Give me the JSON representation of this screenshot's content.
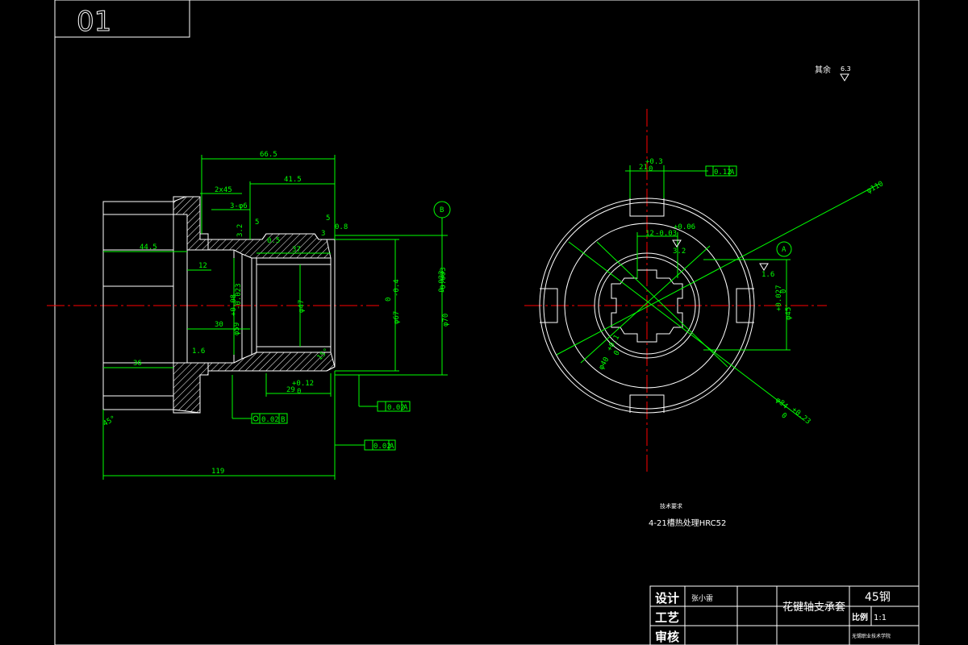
{
  "sheet": {
    "number": "01",
    "roughness_note_label": "其余",
    "roughness_note_value": "6.3"
  },
  "section_view": {
    "dims": {
      "len_66_5": "66.5",
      "len_41_5": "41.5",
      "chamfer": "2x45",
      "holes": "3-φ6",
      "d5_left": "5",
      "d5_right": "5",
      "len_37": "37",
      "r_0_5": "0.5",
      "r_3": "3",
      "r_3_2": "3.2",
      "r_0_8": "0.8",
      "len_44_5": "44.5",
      "len_12": "12",
      "len_30": "30",
      "len_36": "36",
      "dia_59": "φ59",
      "dia_59_tol_up": "+0.08",
      "dia_59_tol_lo": "-0.023",
      "dia_47": "φ47",
      "dia_67": "φ67",
      "dia_67_tol_up": "0",
      "dia_67_tol_lo": "-0.4",
      "dia_70": "φ70",
      "dia_70_tol_up": "-0.023",
      "dia_70_tol_lo": "-0.003",
      "len_29": "29",
      "len_29_tol_up": "+0.12",
      "len_29_tol_lo": "0",
      "len_119": "119",
      "rough_1_6": "1.6",
      "chamfer_45": "45°",
      "angle_15": "15°"
    },
    "datum_b": "B",
    "tol_runout": {
      "value": "0.02",
      "datum": "A"
    },
    "tol_concentric": {
      "value": "0.02",
      "datum": "B"
    },
    "tol_parallel": {
      "value": "0.02",
      "datum": "A"
    }
  },
  "end_view": {
    "dims": {
      "slot_w": "21",
      "slot_tol_up": "+0.3",
      "slot_tol_lo": "0",
      "key_w": "12",
      "key_tol_up": "+0.06",
      "key_tol_lo": "-0.03",
      "rough_3_2": "3.2",
      "rough_1_6": "1.6",
      "dia_110": "φ110",
      "dia_45": "φ45",
      "dia_45_tol_up": "+0.027",
      "dia_45_tol_lo": "0",
      "dia_40": "φ40",
      "dia_40_tol": "+0.1",
      "dia_40_tol_lo": "0",
      "dia_84": "φ84",
      "dia_84_tol": "+0.23",
      "dia_84_tol_lo": "0"
    },
    "datum_a": "A",
    "tol_sym": {
      "value": "0.12",
      "datum": "A"
    }
  },
  "notes": {
    "heading": "技术要求",
    "line1": "4-21槽热处理HRC52"
  },
  "title_block": {
    "design_label": "设计",
    "designer": "张小雷",
    "process_label": "工艺",
    "review_label": "审核",
    "part_name": "花键轴支承套",
    "material": "45钢",
    "scale_label": "比例",
    "scale_value": "1:1",
    "org": "无锡职业技术学院"
  },
  "colors": {
    "line": "#00ff00",
    "outline": "#ffffff",
    "center": "#ff0000",
    "bg": "#000000"
  }
}
